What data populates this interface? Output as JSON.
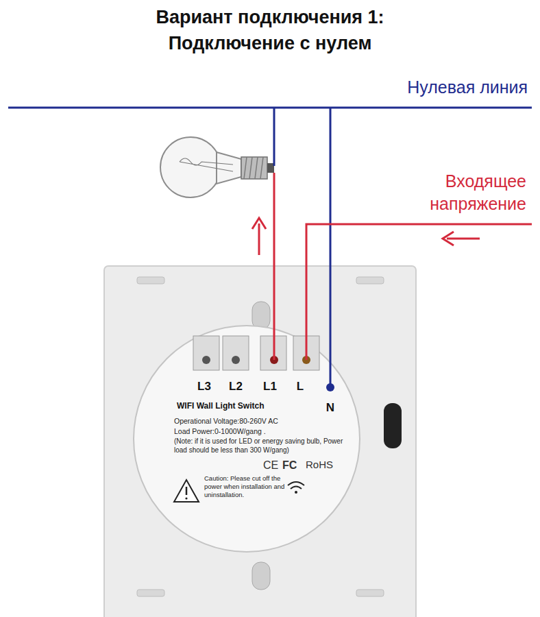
{
  "diagram": {
    "title": "Вариант подключения 1: Подключение с нулем",
    "labels": [
      "Нулевая линия",
      "Входящее напряжение",
      "L3",
      "L2",
      "L1",
      "L",
      "N",
      "WIFI Wall Light Switch",
      "Operational Voltage:80-260V AC",
      "Load Power:0-1000W/gang .",
      "(Note: if it is used for LED or energy saving bulb, Power load should be less than 300 W/gang)",
      "CE",
      "FC",
      "RoHS",
      "Caution: Please cut off the power when installation and uninstallation."
    ]
  }
}
